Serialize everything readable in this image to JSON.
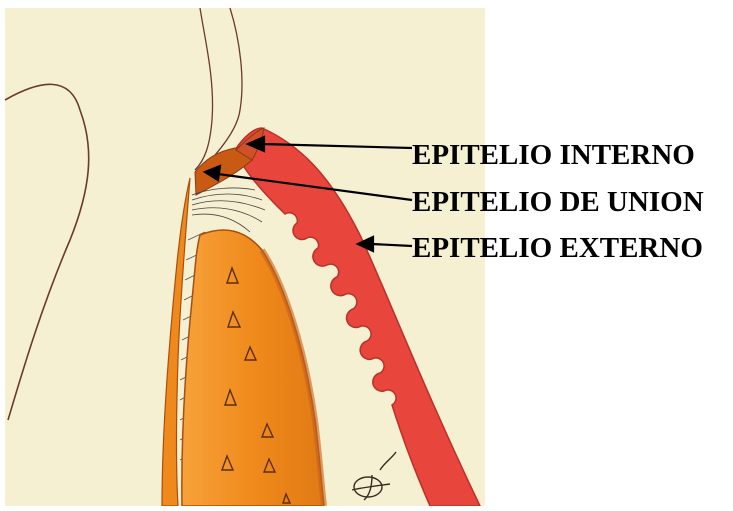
{
  "labels": {
    "inner": "EPITELIO INTERNO",
    "junctional": "EPITELIO DE UNION",
    "outer": "EPITELIO EXTERNO"
  },
  "colors": {
    "paper": "#f5f0d2",
    "red_epithelium": "#e8453c",
    "orange_bone": "#f08a1c",
    "dark_orange": "#d96a10",
    "ink": "#5a2e2a"
  }
}
